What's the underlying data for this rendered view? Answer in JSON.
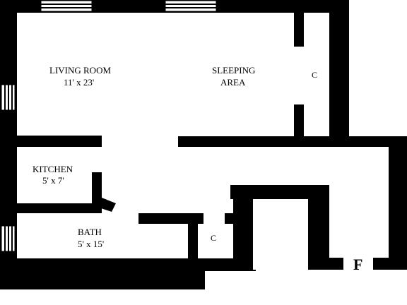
{
  "colors": {
    "wall": "#000000",
    "floor": "#ffffff"
  },
  "rooms": {
    "living": {
      "name": "LIVING ROOM",
      "size": "11' x 23'"
    },
    "sleeping": {
      "line1": "SLEEPING",
      "line2": "AREA"
    },
    "kitchen": {
      "name": "KITCHEN",
      "size": "5' x 7'"
    },
    "bath": {
      "name": "BATH",
      "size": "5' x 15'"
    }
  },
  "closets": {
    "upper": "C",
    "lower": "C"
  },
  "floor_marker": "F"
}
